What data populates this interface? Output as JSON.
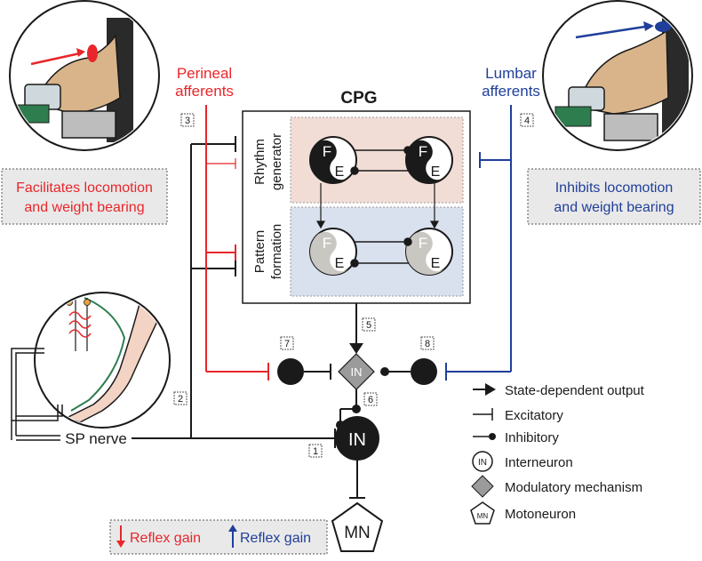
{
  "colors": {
    "red": "#e8262b",
    "blue": "#1f3f9a",
    "black": "#1a1a1a",
    "rhythm_bg": "#f2ddd6",
    "pattern_bg": "#d9e0ee",
    "pattern_half": "#c9c7c1",
    "box_grey": "#e9e9e9"
  },
  "afferents": {
    "perineal": {
      "line1": "Perineal",
      "line2": "afferents"
    },
    "lumbar": {
      "line1": "Lumbar",
      "line2": "afferents"
    }
  },
  "effects": {
    "facilitates": {
      "line1": "Facilitates locomotion",
      "line2": "and weight bearing"
    },
    "inhibits": {
      "line1": "Inhibits locomotion",
      "line2": "and weight bearing"
    }
  },
  "cpg": {
    "title": "CPG",
    "rhythm": {
      "line1": "Rhythm",
      "line2": "generator"
    },
    "pattern": {
      "line1": "Pattern",
      "line2": "formation"
    },
    "flexor": "F",
    "extensor": "E"
  },
  "steps": [
    "1",
    "2",
    "3",
    "4",
    "5",
    "6",
    "7",
    "8"
  ],
  "nerve_label": "SP nerve",
  "neurons": {
    "in_small": "IN",
    "in_big": "IN",
    "mn": "MN"
  },
  "reflex": {
    "down_label": "Reflex gain",
    "up_label": "Reflex gain"
  },
  "legend": [
    {
      "icon": "state-dependent-arrow",
      "label": "State-dependent output"
    },
    {
      "icon": "excitatory-bar",
      "label": "Excitatory"
    },
    {
      "icon": "inhibitory-dot",
      "label": "Inhibitory"
    },
    {
      "icon": "interneuron-circle",
      "label": "Interneuron",
      "symbol": "IN"
    },
    {
      "icon": "grey-diamond",
      "label": "Modulatory mechanism"
    },
    {
      "icon": "motoneuron-pentagon",
      "label": "Motoneuron",
      "symbol": "MN"
    }
  ]
}
